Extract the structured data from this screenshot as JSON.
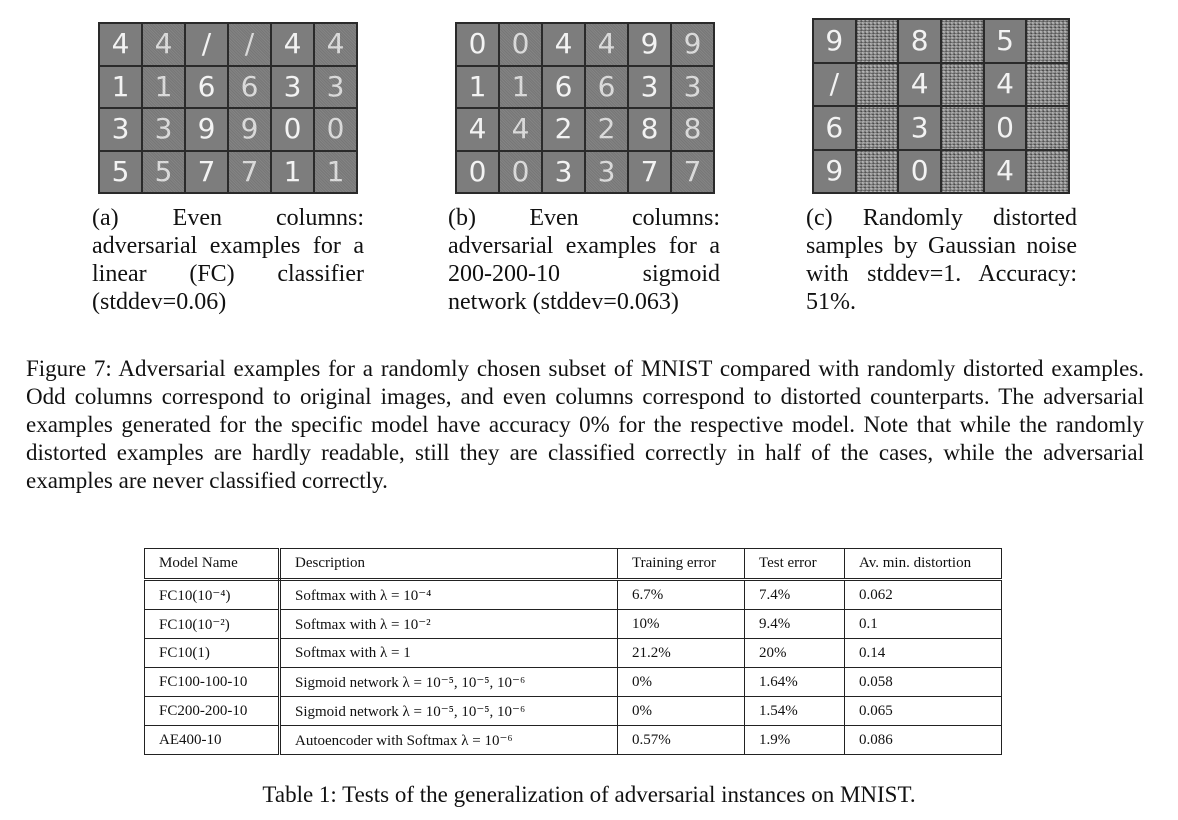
{
  "grids": {
    "a": [
      [
        "4",
        "4",
        "/",
        "/",
        "4",
        "4"
      ],
      [
        "1",
        "1",
        "6",
        "6",
        "3",
        "3"
      ],
      [
        "3",
        "3",
        "9",
        "9",
        "0",
        "0"
      ],
      [
        "5",
        "5",
        "7",
        "7",
        "1",
        "1"
      ]
    ],
    "b": [
      [
        "0",
        "0",
        "4",
        "4",
        "9",
        "9"
      ],
      [
        "1",
        "1",
        "6",
        "6",
        "3",
        "3"
      ],
      [
        "4",
        "4",
        "2",
        "2",
        "8",
        "8"
      ],
      [
        "0",
        "0",
        "3",
        "3",
        "7",
        "7"
      ]
    ],
    "c": [
      [
        "9",
        "",
        "8",
        "",
        "5",
        ""
      ],
      [
        "/",
        "",
        "4",
        "",
        "4",
        ""
      ],
      [
        "6",
        "",
        "3",
        "",
        "0",
        ""
      ],
      [
        "9",
        "",
        "0",
        "",
        "4",
        ""
      ]
    ]
  },
  "subcaptions": {
    "a": "(a) Even columns: adversarial examples for a linear (FC) classifier (stddev=0.06)",
    "b": "(b) Even columns: adversarial examples for a 200-200-10 sigmoid network (stddev=0.063)",
    "c": "(c) Randomly distorted samples by Gaussian noise with stddev=1. Accuracy: 51%."
  },
  "figure_caption": "Figure 7: Adversarial examples for a randomly chosen subset of MNIST compared with randomly distorted examples. Odd columns correspond to original images, and even columns correspond to distorted counterparts. The adversarial examples generated for the specific model have accuracy 0% for the respective model. Note that while the randomly distorted examples are hardly readable, still they are classified correctly in half of the cases, while the adversarial examples are never classified correctly.",
  "table": {
    "headers": [
      "Model Name",
      "Description",
      "Training error",
      "Test error",
      "Av. min. distortion"
    ],
    "rows": [
      [
        "FC10(10⁻⁴)",
        "Softmax with λ = 10⁻⁴",
        "6.7%",
        "7.4%",
        "0.062"
      ],
      [
        "FC10(10⁻²)",
        "Softmax with λ = 10⁻²",
        "10%",
        "9.4%",
        "0.1"
      ],
      [
        "FC10(1)",
        "Softmax with λ = 1",
        "21.2%",
        "20%",
        "0.14"
      ],
      [
        "FC100-100-10",
        "Sigmoid network λ = 10⁻⁵, 10⁻⁵, 10⁻⁶",
        "0%",
        "1.64%",
        "0.058"
      ],
      [
        "FC200-200-10",
        "Sigmoid network λ = 10⁻⁵, 10⁻⁵, 10⁻⁶",
        "0%",
        "1.54%",
        "0.065"
      ],
      [
        "AE400-10",
        "Autoencoder with Softmax λ = 10⁻⁶",
        "0.57%",
        "1.9%",
        "0.086"
      ]
    ]
  },
  "table_caption": "Table 1: Tests of the generalization of adversarial instances on MNIST."
}
